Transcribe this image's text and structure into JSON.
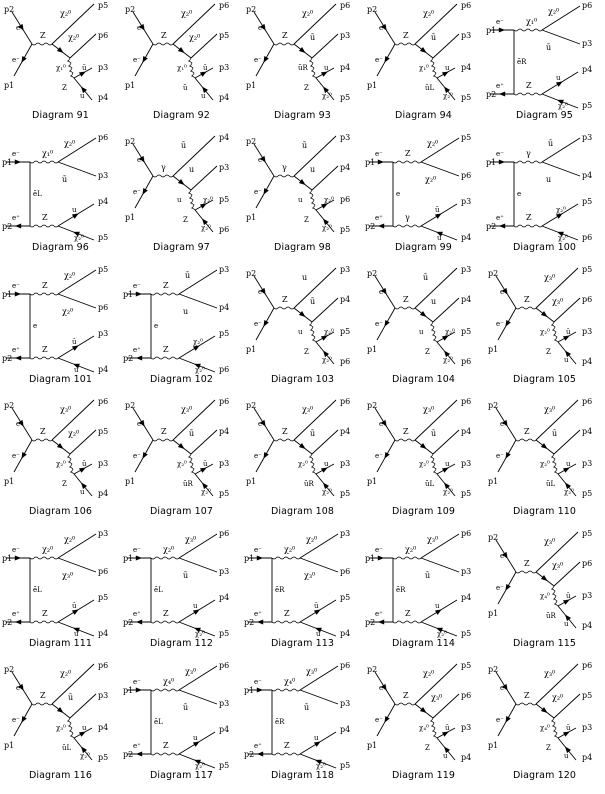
{
  "diagrams": [
    {
      "caption": "Diagram 91",
      "layout": "s3",
      "boson": "Z",
      "inL": [
        "p2",
        "e⁻",
        "e⁻",
        "p1"
      ],
      "out": [
        {
          "l": "χ₂⁰",
          "p": "p5"
        },
        {
          "l": "χ₂⁰",
          "p": "p6"
        },
        {
          "l": "ū",
          "p": "p3"
        },
        {
          "l": "u",
          "p": "p4"
        }
      ],
      "mid": [
        "χ₁⁰",
        "Z"
      ]
    },
    {
      "caption": "Diagram 92",
      "layout": "s3",
      "boson": "Z",
      "inL": [
        "p2",
        "e⁻",
        "e⁻",
        "p1"
      ],
      "out": [
        {
          "l": "χ₂⁰",
          "p": "p6"
        },
        {
          "l": "χ₂⁰",
          "p": "p5"
        },
        {
          "l": "ū",
          "p": "p3"
        },
        {
          "l": "u",
          "p": "p4"
        }
      ],
      "mid": [
        "χ₁⁰",
        "ũ"
      ]
    },
    {
      "caption": "Diagram 93",
      "layout": "s3",
      "boson": "Z",
      "inL": [
        "p2",
        "e⁻",
        "e⁻",
        "p1"
      ],
      "out": [
        {
          "l": "χ₂⁰",
          "p": "p6"
        },
        {
          "l": "ū",
          "p": "p3"
        },
        {
          "l": "u",
          "p": "p4"
        },
        {
          "l": "χ₂⁰",
          "p": "p5"
        }
      ],
      "mid": [
        "ũR",
        "Z"
      ]
    },
    {
      "caption": "Diagram 94",
      "layout": "s3",
      "boson": "Z",
      "inL": [
        "p2",
        "e⁻",
        "e⁻",
        "p1"
      ],
      "out": [
        {
          "l": "χ₂⁰",
          "p": "p6"
        },
        {
          "l": "ū",
          "p": "p3"
        },
        {
          "l": "u",
          "p": "p4"
        },
        {
          "l": "χ₂⁰",
          "p": "p5"
        }
      ],
      "mid": [
        "χ₁⁰",
        "ũL"
      ]
    },
    {
      "caption": "Diagram 95",
      "layout": "t",
      "boson": "Z",
      "inL": [
        "p1",
        "e⁻",
        "ẽR",
        "e⁺",
        "p2"
      ],
      "out": [
        {
          "l": "χ₂⁰",
          "p": "p6"
        },
        {
          "l": "ū",
          "p": "p3"
        },
        {
          "l": "u",
          "p": "p4"
        },
        {
          "l": "χ₂⁰",
          "p": "p5"
        }
      ],
      "mid": [
        "χ₁⁰",
        "Z"
      ]
    },
    {
      "caption": "Diagram 96",
      "layout": "t",
      "boson": "Z",
      "inL": [
        "p1",
        "e⁻",
        "ẽL",
        "e⁺",
        "p2"
      ],
      "out": [
        {
          "l": "χ₂⁰",
          "p": "p6"
        },
        {
          "l": "ū",
          "p": "p3"
        },
        {
          "l": "u",
          "p": "p4"
        },
        {
          "l": "χ₂⁰",
          "p": "p5"
        }
      ],
      "mid": [
        "χ₁⁰",
        "Z"
      ]
    },
    {
      "caption": "Diagram 97",
      "layout": "s3",
      "boson": "γ",
      "inL": [
        "p2",
        "e⁻",
        "e⁻",
        "p1"
      ],
      "out": [
        {
          "l": "ū",
          "p": "p4"
        },
        {
          "l": "u",
          "p": "p3"
        },
        {
          "l": "χ₂⁰",
          "p": "p5"
        },
        {
          "l": "χ₂⁰",
          "p": "p6"
        }
      ],
      "mid": [
        "u",
        "Z"
      ]
    },
    {
      "caption": "Diagram 98",
      "layout": "s3",
      "boson": "γ",
      "inL": [
        "p2",
        "e⁻",
        "e⁻",
        "p1"
      ],
      "out": [
        {
          "l": "ū",
          "p": "p3"
        },
        {
          "l": "u",
          "p": "p4"
        },
        {
          "l": "χ₂⁰",
          "p": "p6"
        },
        {
          "l": "χ₂⁰",
          "p": "p5"
        }
      ],
      "mid": [
        "u",
        "Z"
      ]
    },
    {
      "caption": "Diagram 99",
      "layout": "t",
      "boson": "Z",
      "inL": [
        "p1",
        "e⁻",
        "e",
        "e⁺",
        "p2"
      ],
      "out": [
        {
          "l": "χ₂⁰",
          "p": "p5"
        },
        {
          "l": "χ₂⁰",
          "p": "p6"
        },
        {
          "l": "ū",
          "p": "p3"
        },
        {
          "l": "u",
          "p": "p4"
        }
      ],
      "mid": [
        "Z",
        "γ"
      ]
    },
    {
      "caption": "Diagram 100",
      "layout": "t",
      "boson": "γ",
      "inL": [
        "p1",
        "e⁻",
        "e",
        "e⁺",
        "p2"
      ],
      "out": [
        {
          "l": "ū",
          "p": "p3"
        },
        {
          "l": "u",
          "p": "p4"
        },
        {
          "l": "χ₂⁰",
          "p": "p5"
        },
        {
          "l": "χ₂⁰",
          "p": "p6"
        }
      ],
      "mid": [
        "γ",
        "Z"
      ]
    },
    {
      "caption": "Diagram 101",
      "layout": "t",
      "boson": "Z",
      "inL": [
        "p1",
        "e⁻",
        "e",
        "e⁺",
        "p2"
      ],
      "out": [
        {
          "l": "χ₂⁰",
          "p": "p5"
        },
        {
          "l": "χ₂⁰",
          "p": "p6"
        },
        {
          "l": "ū",
          "p": "p3"
        },
        {
          "l": "u",
          "p": "p4"
        }
      ],
      "mid": [
        "Z",
        "Z"
      ]
    },
    {
      "caption": "Diagram 102",
      "layout": "t",
      "boson": "Z",
      "inL": [
        "p1",
        "e⁻",
        "e",
        "e⁺",
        "p2"
      ],
      "out": [
        {
          "l": "ū",
          "p": "p3"
        },
        {
          "l": "u",
          "p": "p4"
        },
        {
          "l": "χ₂⁰",
          "p": "p5"
        },
        {
          "l": "χ₂⁰",
          "p": "p6"
        }
      ],
      "mid": [
        "Z",
        "Z"
      ]
    },
    {
      "caption": "Diagram 103",
      "layout": "s3",
      "boson": "Z",
      "inL": [
        "p2",
        "e⁻",
        "e⁻",
        "p1"
      ],
      "out": [
        {
          "l": "u",
          "p": "p3"
        },
        {
          "l": "ū",
          "p": "p4"
        },
        {
          "l": "χ₂⁰",
          "p": "p5"
        },
        {
          "l": "χ₂⁰",
          "p": "p6"
        }
      ],
      "mid": [
        "u",
        "Z"
      ]
    },
    {
      "caption": "Diagram 104",
      "layout": "s3",
      "boson": "Z",
      "inL": [
        "p2",
        "e⁻",
        "e⁻",
        "p1"
      ],
      "out": [
        {
          "l": "ū",
          "p": "p3"
        },
        {
          "l": "u",
          "p": "p4"
        },
        {
          "l": "χ₂⁰",
          "p": "p5"
        },
        {
          "l": "χ₂⁰",
          "p": "p6"
        }
      ],
      "mid": [
        "u",
        "Z"
      ]
    },
    {
      "caption": "Diagram 105",
      "layout": "s3",
      "boson": "Z",
      "inL": [
        "p2",
        "e⁻",
        "e⁻",
        "p1"
      ],
      "out": [
        {
          "l": "χ₃⁰",
          "p": "p5"
        },
        {
          "l": "χ₃⁰",
          "p": "p6"
        },
        {
          "l": "ū",
          "p": "p3"
        },
        {
          "l": "u",
          "p": "p4"
        }
      ],
      "mid": [
        "χ₂⁰",
        "Z"
      ]
    },
    {
      "caption": "Diagram 106",
      "layout": "s3",
      "boson": "Z",
      "inL": [
        "p2",
        "e⁻",
        "e⁻",
        "p1"
      ],
      "out": [
        {
          "l": "χ₃⁰",
          "p": "p6"
        },
        {
          "l": "χ₂⁰",
          "p": "p5"
        },
        {
          "l": "ū",
          "p": "p3"
        },
        {
          "l": "u",
          "p": "p4"
        }
      ],
      "mid": [
        "χ₂⁰",
        "Z"
      ]
    },
    {
      "caption": "Diagram 107",
      "layout": "s3",
      "boson": "Z",
      "inL": [
        "p2",
        "e⁻",
        "e⁻",
        "p1"
      ],
      "out": [
        {
          "l": "χ₃⁰",
          "p": "p6"
        },
        {
          "l": "ū",
          "p": "p4"
        },
        {
          "l": "ū",
          "p": "p3"
        },
        {
          "l": "χ₂⁰",
          "p": "p5"
        }
      ],
      "mid": [
        "χ₂⁰",
        "ũR"
      ]
    },
    {
      "caption": "Diagram 108",
      "layout": "s3",
      "boson": "Z",
      "inL": [
        "p2",
        "e⁻",
        "e⁻",
        "p1"
      ],
      "out": [
        {
          "l": "χ₃⁰",
          "p": "p6"
        },
        {
          "l": "ū",
          "p": "p4"
        },
        {
          "l": "u",
          "p": "p3"
        },
        {
          "l": "χ₂⁰",
          "p": "p5"
        }
      ],
      "mid": [
        "χ₂⁰",
        "ũR"
      ]
    },
    {
      "caption": "Diagram 109",
      "layout": "s3",
      "boson": "Z",
      "inL": [
        "p2",
        "e⁻",
        "e⁻",
        "p1"
      ],
      "out": [
        {
          "l": "χ₃⁰",
          "p": "p6"
        },
        {
          "l": "ū",
          "p": "p4"
        },
        {
          "l": "u",
          "p": "p3"
        },
        {
          "l": "χ₂⁰",
          "p": "p5"
        }
      ],
      "mid": [
        "χ₂⁰",
        "ũL"
      ]
    },
    {
      "caption": "Diagram 110",
      "layout": "s3",
      "boson": "Z",
      "inL": [
        "p2",
        "e⁻",
        "e⁻",
        "p1"
      ],
      "out": [
        {
          "l": "χ₃⁰",
          "p": "p6"
        },
        {
          "l": "ū",
          "p": "p4"
        },
        {
          "l": "u",
          "p": "p3"
        },
        {
          "l": "χ₂⁰",
          "p": "p5"
        }
      ],
      "mid": [
        "χ₂⁰",
        "ũL"
      ]
    },
    {
      "caption": "Diagram 111",
      "layout": "t",
      "boson": "Z",
      "inL": [
        "p1",
        "e⁻",
        "ẽL",
        "e⁺",
        "p2"
      ],
      "out": [
        {
          "l": "χ₂⁰",
          "p": "p3"
        },
        {
          "l": "χ₃⁰",
          "p": "p6"
        },
        {
          "l": "ū",
          "p": "p5"
        },
        {
          "l": "u",
          "p": "p4"
        }
      ],
      "mid": [
        "χ₂⁰",
        "Z"
      ]
    },
    {
      "caption": "Diagram 112",
      "layout": "t",
      "boson": "Z",
      "inL": [
        "p1",
        "e⁻",
        "ẽL",
        "e⁺",
        "p2"
      ],
      "out": [
        {
          "l": "χ₃⁰",
          "p": "p6"
        },
        {
          "l": "ū",
          "p": "p3"
        },
        {
          "l": "u",
          "p": "p4"
        },
        {
          "l": "χ₂⁰",
          "p": "p5"
        }
      ],
      "mid": [
        "χ₂⁰",
        "Z"
      ]
    },
    {
      "caption": "Diagram 113",
      "layout": "t",
      "boson": "Z",
      "inL": [
        "p1",
        "e⁻",
        "ẽR",
        "e⁺",
        "p2"
      ],
      "out": [
        {
          "l": "χ₂⁰",
          "p": "p3"
        },
        {
          "l": "χ₃⁰",
          "p": "p6"
        },
        {
          "l": "ū",
          "p": "p5"
        },
        {
          "l": "u",
          "p": "p4"
        }
      ],
      "mid": [
        "χ₂⁰",
        "Z"
      ]
    },
    {
      "caption": "Diagram 114",
      "layout": "t",
      "boson": "Z",
      "inL": [
        "p1",
        "e⁻",
        "ẽR",
        "e⁺",
        "p2"
      ],
      "out": [
        {
          "l": "χ₃⁰",
          "p": "p6"
        },
        {
          "l": "ū",
          "p": "p3"
        },
        {
          "l": "u",
          "p": "p4"
        },
        {
          "l": "χ₂⁰",
          "p": "p5"
        }
      ],
      "mid": [
        "χ₂⁰",
        "Z"
      ]
    },
    {
      "caption": "Diagram 115",
      "layout": "s3",
      "boson": "Z",
      "inL": [
        "p2",
        "e⁻",
        "e⁻",
        "p1"
      ],
      "out": [
        {
          "l": "χ₃⁰",
          "p": "p5"
        },
        {
          "l": "χ₃⁰",
          "p": "p6"
        },
        {
          "l": "ū",
          "p": "p3"
        },
        {
          "l": "u",
          "p": "p4"
        }
      ],
      "mid": [
        "χ₄⁰",
        "ũR"
      ]
    },
    {
      "caption": "Diagram 116",
      "layout": "s3",
      "boson": "Z",
      "inL": [
        "p2",
        "e⁻",
        "e⁻",
        "p1"
      ],
      "out": [
        {
          "l": "χ₂⁰",
          "p": "p6"
        },
        {
          "l": "ū",
          "p": "p3"
        },
        {
          "l": "u",
          "p": "p4"
        },
        {
          "l": "χ₂⁰",
          "p": "p5"
        }
      ],
      "mid": [
        "χ₃⁰",
        "ũL"
      ]
    },
    {
      "caption": "Diagram 117",
      "layout": "t",
      "boson": "Z",
      "inL": [
        "p1",
        "e⁻",
        "ẽL",
        "e⁺",
        "p2"
      ],
      "out": [
        {
          "l": "χ₃⁰",
          "p": "p6"
        },
        {
          "l": "ū",
          "p": "p3"
        },
        {
          "l": "u",
          "p": "p4"
        },
        {
          "l": "χ₂⁰",
          "p": "p5"
        }
      ],
      "mid": [
        "χ₄⁰",
        "Z"
      ]
    },
    {
      "caption": "Diagram 118",
      "layout": "t",
      "boson": "Z",
      "inL": [
        "p1",
        "e⁻",
        "ẽR",
        "e⁺",
        "p2"
      ],
      "out": [
        {
          "l": "χ₃⁰",
          "p": "p6"
        },
        {
          "l": "ū",
          "p": "p3"
        },
        {
          "l": "u",
          "p": "p4"
        },
        {
          "l": "χ₂⁰",
          "p": "p5"
        }
      ],
      "mid": [
        "χ₄⁰",
        "Z"
      ]
    },
    {
      "caption": "Diagram 119",
      "layout": "s3",
      "boson": "Z",
      "inL": [
        "p2",
        "e⁻",
        "e⁻",
        "p1"
      ],
      "out": [
        {
          "l": "χ₂⁰",
          "p": "p5"
        },
        {
          "l": "χ₃⁰",
          "p": "p6"
        },
        {
          "l": "ū",
          "p": "p3"
        },
        {
          "l": "u",
          "p": "p4"
        }
      ],
      "mid": [
        "χ₄⁰",
        "Z"
      ]
    },
    {
      "caption": "Diagram 120",
      "layout": "s3",
      "boson": "Z",
      "inL": [
        "p2",
        "e⁻",
        "e⁻",
        "p1"
      ],
      "out": [
        {
          "l": "χ₃⁰",
          "p": "p6"
        },
        {
          "l": "χ₂⁰",
          "p": "p5"
        },
        {
          "l": "ū",
          "p": "p3"
        },
        {
          "l": "u",
          "p": "p4"
        }
      ],
      "mid": [
        "χ₄⁰",
        "Z"
      ]
    }
  ]
}
